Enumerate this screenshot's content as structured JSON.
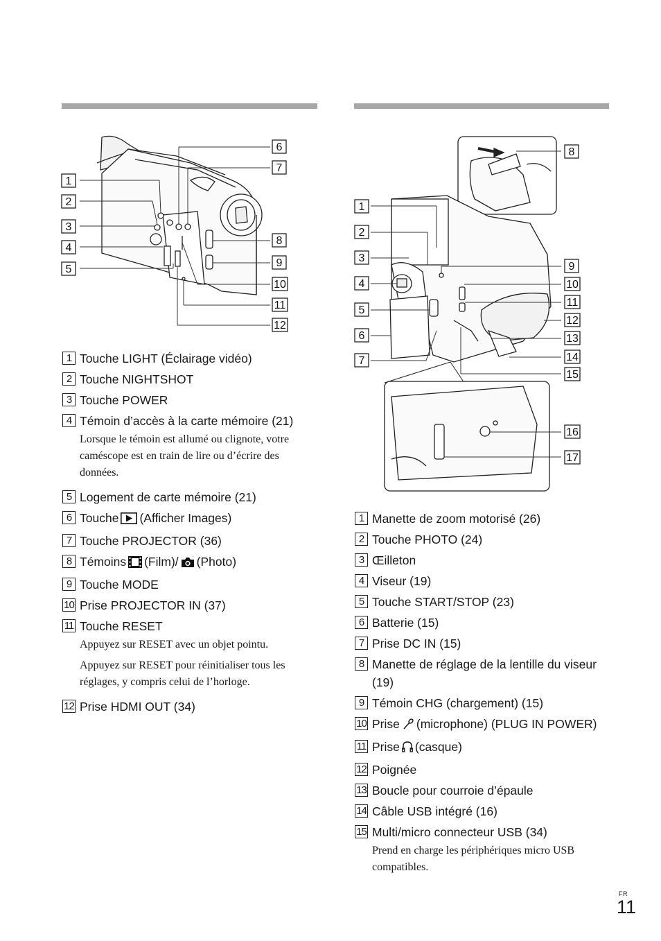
{
  "left_section": {
    "items": [
      {
        "num": "1",
        "text": "Touche LIGHT (Éclairage vidéo)"
      },
      {
        "num": "2",
        "text": "Touche NIGHTSHOT"
      },
      {
        "num": "3",
        "text": "Touche POWER"
      },
      {
        "num": "4",
        "text": "Témoin d’accès à la carte mémoire (21)",
        "note": "Lorsque le témoin est allumé ou clignote, votre caméscope est en train de lire ou d’écrire des données."
      },
      {
        "num": "5",
        "text": "Logement de carte mémoire (21)"
      },
      {
        "num": "6",
        "pre": "Touche",
        "post": "(Afficher Images)"
      },
      {
        "num": "7",
        "text": "Touche PROJECTOR (36)"
      },
      {
        "num": "8",
        "pre": "Témoins",
        "mid": "(Film)/",
        "post": "(Photo)"
      },
      {
        "num": "9",
        "text": "Touche MODE"
      },
      {
        "num": "10",
        "text": "Prise PROJECTOR IN (37)"
      },
      {
        "num": "11",
        "text": "Touche RESET",
        "note": "Appuyez sur RESET avec un objet pointu.",
        "note2": "Appuyez sur RESET pour réinitialiser tous les réglages, y compris celui de l’horloge."
      },
      {
        "num": "12",
        "text": "Prise HDMI OUT (34)"
      }
    ]
  },
  "right_section": {
    "items": [
      {
        "num": "1",
        "text": "Manette de zoom motorisé (26)"
      },
      {
        "num": "2",
        "text": "Touche PHOTO (24)"
      },
      {
        "num": "3",
        "text": "Œilleton"
      },
      {
        "num": "4",
        "text": "Viseur (19)"
      },
      {
        "num": "5",
        "text": "Touche START/STOP (23)"
      },
      {
        "num": "6",
        "text": "Batterie (15)"
      },
      {
        "num": "7",
        "text": "Prise DC IN (15)"
      },
      {
        "num": "8",
        "text": "Manette de réglage de la lentille du viseur (19)"
      },
      {
        "num": "9",
        "text": "Témoin CHG (chargement) (15)"
      },
      {
        "num": "10",
        "pre": "Prise",
        "post": "(microphone) (PLUG IN POWER)"
      },
      {
        "num": "11",
        "pre": "Prise",
        "post": "(casque)"
      },
      {
        "num": "12",
        "text": "Poignée"
      },
      {
        "num": "13",
        "text": "Boucle pour courroie d’épaule"
      },
      {
        "num": "14",
        "text": "Câble USB intégré (16)"
      },
      {
        "num": "15",
        "text": "Multi/micro connecteur USB (34)",
        "note": "Prend en charge les périphériques micro USB compatibles."
      }
    ]
  },
  "figure1_callouts": [
    "1",
    "2",
    "3",
    "4",
    "5",
    "6",
    "7",
    "8",
    "9",
    "10",
    "11",
    "12"
  ],
  "figure2_callouts": [
    "1",
    "2",
    "3",
    "4",
    "5",
    "6",
    "7",
    "8",
    "9",
    "10",
    "11",
    "12",
    "13",
    "14",
    "15",
    "16",
    "17"
  ],
  "icons": {
    "play": "play-button-icon",
    "film": "film-icon",
    "camera": "camera-icon",
    "microphone": "microphone-icon",
    "headphones": "headphones-icon"
  },
  "footer": {
    "lang": "FR",
    "page": "11"
  }
}
